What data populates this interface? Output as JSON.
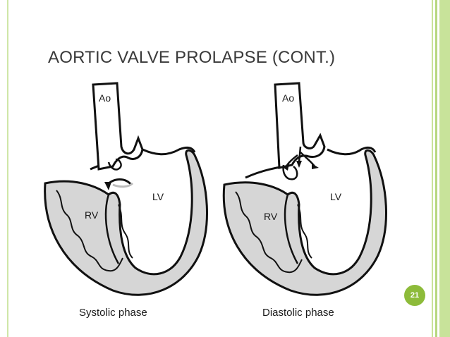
{
  "slide": {
    "title": "AORTIC VALVE PROLAPSE (CONT.)",
    "page_number": "21"
  },
  "diagram": {
    "left_panel": {
      "aorta_label": "Ao",
      "right_ventricle_label": "RV",
      "left_ventricle_label": "LV",
      "caption": "Systolic phase"
    },
    "right_panel": {
      "aorta_label": "Ao",
      "right_ventricle_label": "RV",
      "left_ventricle_label": "LV",
      "caption": "Diastolic phase"
    }
  },
  "colors": {
    "accent": "#8dbb3a",
    "tissue_fill": "#d6d6d6",
    "outline": "#111111"
  }
}
